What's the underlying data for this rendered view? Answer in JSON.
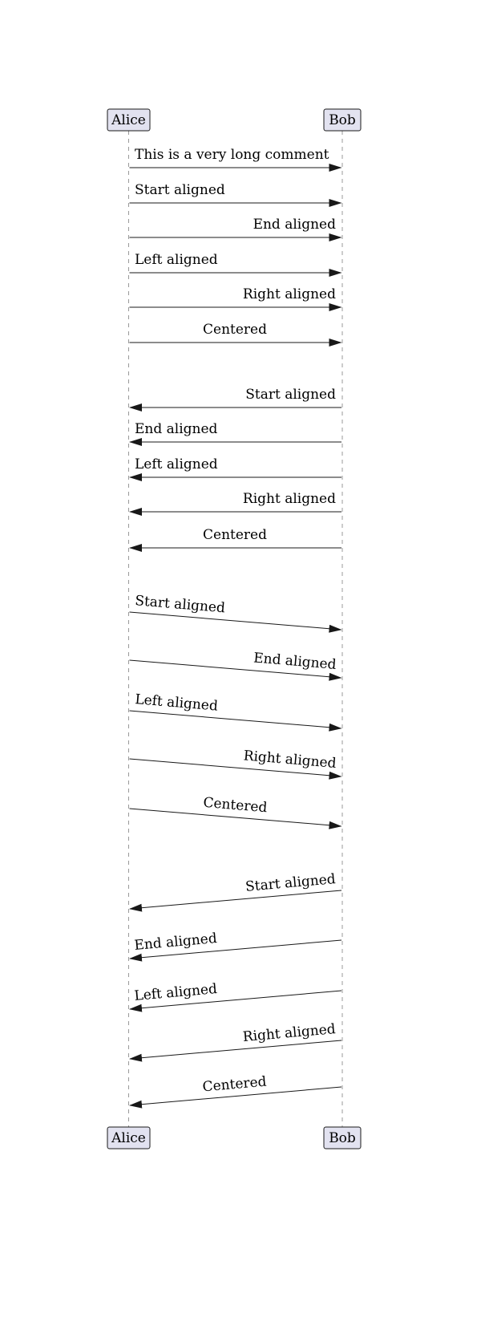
{
  "diagram": {
    "type": "uml-sequence-diagram",
    "participants": {
      "left": {
        "name": "Alice"
      },
      "right": {
        "name": "Bob"
      }
    },
    "colors": {
      "participant_fill": "#E2E2F0",
      "participant_border": "#181818",
      "lifeline": "#999999",
      "arrow": "#181818",
      "text": "#000000",
      "background": "#FFFFFF"
    },
    "messages": [
      {
        "label": "This is a very long comment",
        "from": "Alice",
        "to": "Bob",
        "line": "horizontal",
        "text_align": "start"
      },
      {
        "label": "Start aligned",
        "from": "Alice",
        "to": "Bob",
        "line": "horizontal",
        "text_align": "start"
      },
      {
        "label": "End aligned",
        "from": "Alice",
        "to": "Bob",
        "line": "horizontal",
        "text_align": "end"
      },
      {
        "label": "Left aligned",
        "from": "Alice",
        "to": "Bob",
        "line": "horizontal",
        "text_align": "left"
      },
      {
        "label": "Right aligned",
        "from": "Alice",
        "to": "Bob",
        "line": "horizontal",
        "text_align": "right"
      },
      {
        "label": "Centered",
        "from": "Alice",
        "to": "Bob",
        "line": "horizontal",
        "text_align": "center"
      },
      {
        "label": "Start aligned",
        "from": "Bob",
        "to": "Alice",
        "line": "horizontal",
        "text_align": "start"
      },
      {
        "label": "End aligned",
        "from": "Bob",
        "to": "Alice",
        "line": "horizontal",
        "text_align": "end"
      },
      {
        "label": "Left aligned",
        "from": "Bob",
        "to": "Alice",
        "line": "horizontal",
        "text_align": "left"
      },
      {
        "label": "Right aligned",
        "from": "Bob",
        "to": "Alice",
        "line": "horizontal",
        "text_align": "right"
      },
      {
        "label": "Centered",
        "from": "Bob",
        "to": "Alice",
        "line": "horizontal",
        "text_align": "center"
      },
      {
        "label": "Start aligned",
        "from": "Alice",
        "to": "Bob",
        "line": "slanted",
        "text_align": "start"
      },
      {
        "label": "End aligned",
        "from": "Alice",
        "to": "Bob",
        "line": "slanted",
        "text_align": "end"
      },
      {
        "label": "Left aligned",
        "from": "Alice",
        "to": "Bob",
        "line": "slanted",
        "text_align": "left"
      },
      {
        "label": "Right aligned",
        "from": "Alice",
        "to": "Bob",
        "line": "slanted",
        "text_align": "right"
      },
      {
        "label": "Centered",
        "from": "Alice",
        "to": "Bob",
        "line": "slanted",
        "text_align": "center"
      },
      {
        "label": "Start aligned",
        "from": "Bob",
        "to": "Alice",
        "line": "slanted",
        "text_align": "start"
      },
      {
        "label": "End aligned",
        "from": "Bob",
        "to": "Alice",
        "line": "slanted",
        "text_align": "end"
      },
      {
        "label": "Left aligned",
        "from": "Bob",
        "to": "Alice",
        "line": "slanted",
        "text_align": "left"
      },
      {
        "label": "Right aligned",
        "from": "Bob",
        "to": "Alice",
        "line": "slanted",
        "text_align": "right"
      },
      {
        "label": "Centered",
        "from": "Bob",
        "to": "Alice",
        "line": "slanted",
        "text_align": "center"
      }
    ]
  }
}
